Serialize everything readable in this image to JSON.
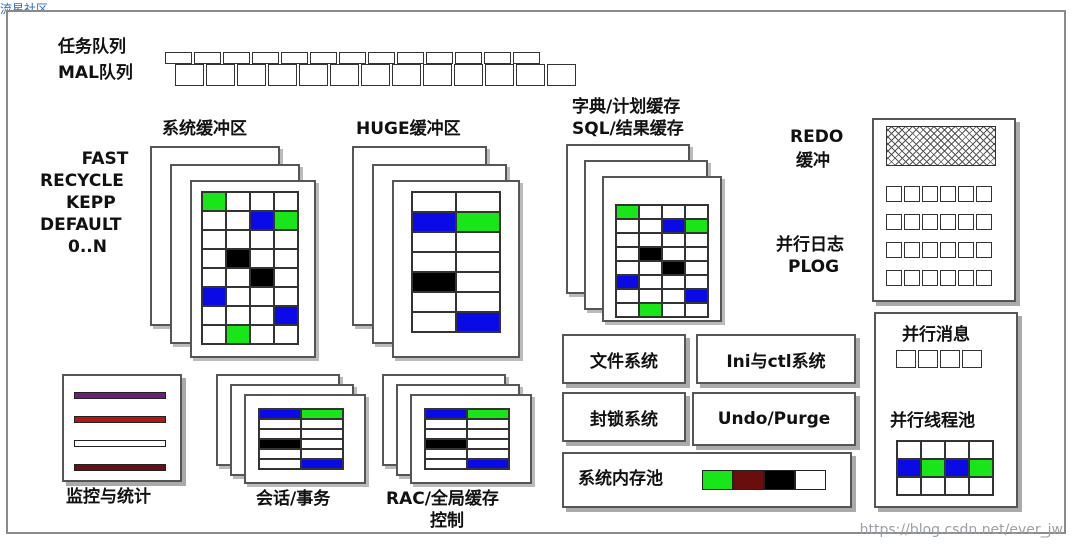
{
  "header_link": "流星社区",
  "watermark": "https://blog.csdn.net/ever_jw",
  "labels": {
    "task_queue": "任务队列",
    "mal_queue": "MAL队列",
    "sys_buffer": "系统缓冲区",
    "huge_buffer": "HUGE缓冲区",
    "dict_cache_1": "字典/计划缓存",
    "dict_cache_2": "SQL/结果缓存",
    "redo_1": "REDO",
    "redo_2": "缓冲",
    "pool_fast": "FAST",
    "pool_recycle": "RECYCLE",
    "pool_kepp": "KEPP",
    "pool_default": "DEFAULT",
    "pool_0n": "0..N",
    "parallel_log_1": "并行日志",
    "parallel_log_2": "PLOG",
    "parallel_msg": "并行消息",
    "parallel_thread_pool": "并行线程池",
    "file_system": "文件系统",
    "ini_ctl": "Ini与ctl系统",
    "lock_system": "封锁系统",
    "undo_purge": "Undo/Purge",
    "mem_pool": "系统内存池",
    "monitor": "监控与统计",
    "session": "会话/事务",
    "rac_1": "RAC/全局缓存",
    "rac_2": "控制"
  },
  "colors": {
    "green": "#19e619",
    "blue": "#0a0ae6",
    "black": "#000000",
    "purple": "#6a1f7a",
    "red": "#b01818",
    "darkred": "#6a0f1a",
    "maroon": "#6b0d0d"
  }
}
